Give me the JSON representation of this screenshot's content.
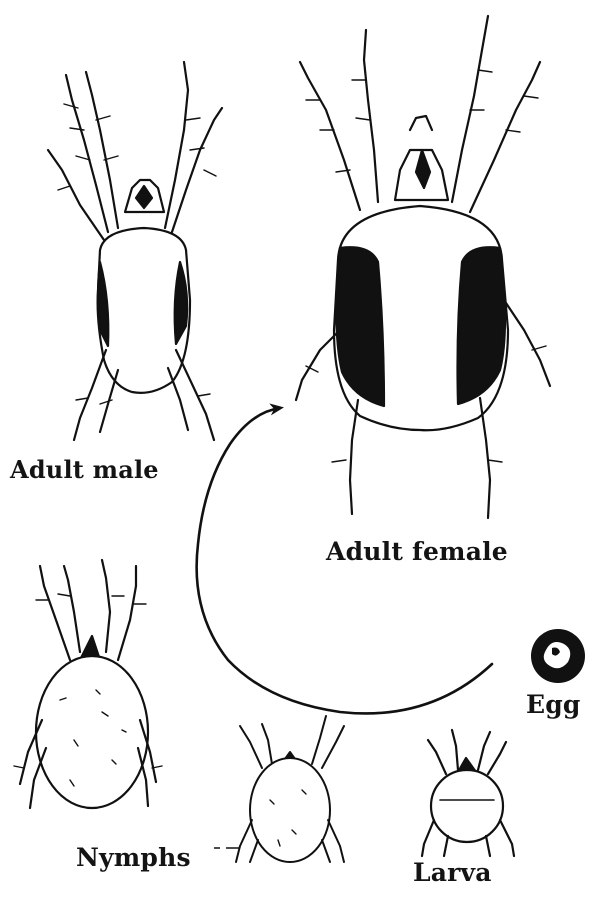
{
  "labels": {
    "adult_male": "Adult male",
    "adult_female": "Adult female",
    "egg": "Egg",
    "nymphs": "Nymphs",
    "larva": "Larva"
  }
}
